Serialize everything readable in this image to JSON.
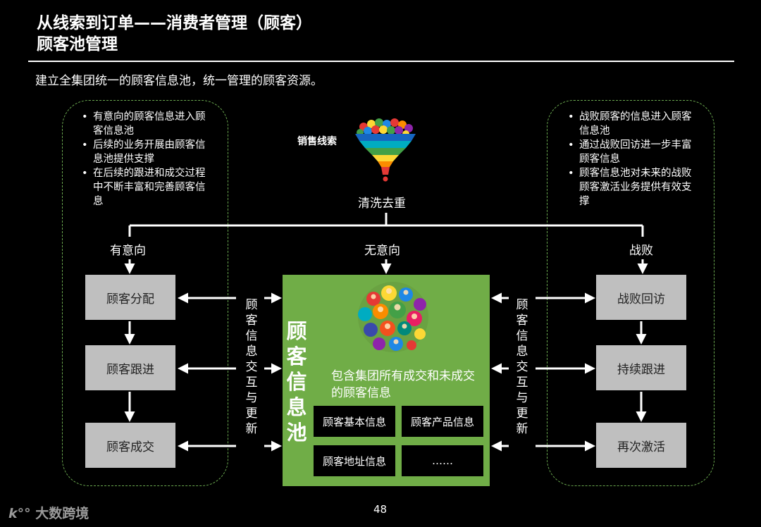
{
  "header": {
    "title_line1": "从线索到订单——消费者管理（顾客）",
    "title_line2": "顾客池管理",
    "subtitle": "建立全集团统一的顾客信息池，统一管理的顾客资源。"
  },
  "left_panel": {
    "bullets": [
      "有意向的顾客信息进入顾客信息池",
      "后续的业务开展由顾客信息池提供支撑",
      "在后续的跟进和成交过程中不断丰富和完善顾客信息"
    ]
  },
  "right_panel": {
    "bullets": [
      "战败顾客的信息进入顾客信息池",
      "通过战败回访进一步丰富顾客信息",
      "顾客信息池对未来的战败顾客激活业务提供有效支撑"
    ]
  },
  "top": {
    "funnel_label": "销售线索",
    "cleanse_label": "清洗去重"
  },
  "branches": {
    "left": "有意向",
    "center": "无意向",
    "right": "战败"
  },
  "left_flow": [
    "顾客分配",
    "顾客跟进",
    "顾客成交"
  ],
  "right_flow": [
    "战败回访",
    "持续跟进",
    "再次激活"
  ],
  "exchange_label_left": [
    "顾",
    "客",
    "信",
    "息",
    "交",
    "互",
    "与",
    "更",
    "新"
  ],
  "exchange_label_right": [
    "顾",
    "客",
    "信",
    "息",
    "交",
    "互",
    "与",
    "更",
    "新"
  ],
  "pool": {
    "title_chars": [
      "顾",
      "客",
      "信",
      "息",
      "池"
    ],
    "description": "包含集团所有成交和未成交的顾客信息",
    "info_blocks": [
      "顾客基本信息",
      "顾客产品信息",
      "顾客地址信息",
      "……"
    ]
  },
  "footer": {
    "page_number": "48",
    "logo_text": "大数跨境"
  },
  "colors": {
    "background": "#000000",
    "pool_green": "#70ad47",
    "step_gray": "#bfbfbf",
    "dashed_border": "#6aa84f"
  }
}
